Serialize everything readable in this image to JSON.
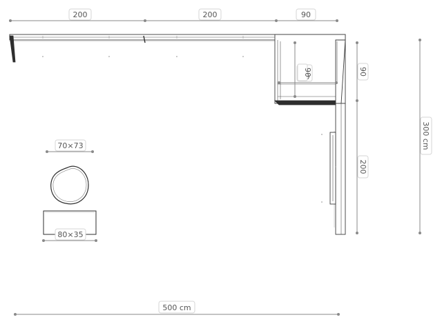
{
  "dimensions": {
    "top_segment_1": "200",
    "top_segment_2": "200",
    "top_segment_3": "90",
    "right_upper": "90",
    "right_lower": "200",
    "inner_depth": "90",
    "inner_fragment": "0",
    "overall_height": "300 cm",
    "overall_width": "500 cm"
  },
  "furniture": {
    "stool_size": "70×73",
    "bench_size": "80×35"
  }
}
